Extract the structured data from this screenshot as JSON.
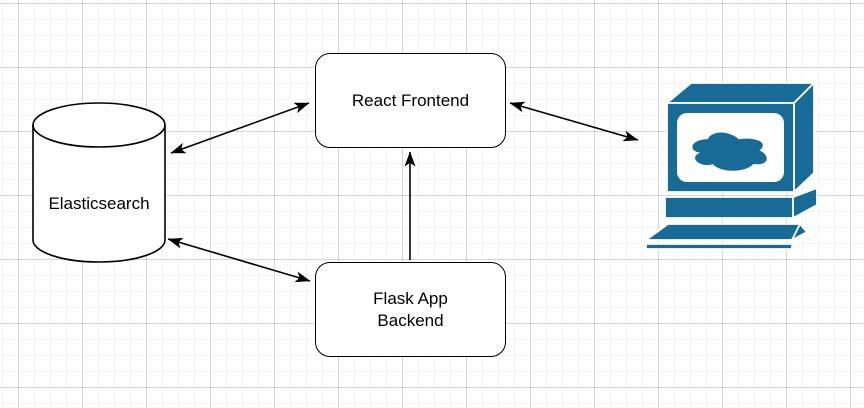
{
  "diagram": {
    "type": "architecture-flow-diagram",
    "canvas": {
      "background": "#ffffff",
      "grid_minor_color": "rgba(0,0,0,0.04)",
      "grid_major_color": "rgba(0,0,0,0.13)",
      "shape_fill": "#ffffff",
      "shape_stroke": "#000000",
      "icon_color": "#176b96"
    },
    "nodes": {
      "elasticsearch": {
        "label": "Elasticsearch",
        "shape": "cylinder"
      },
      "react_frontend": {
        "label": "React Frontend",
        "shape": "rounded-rectangle"
      },
      "flask_backend": {
        "label": "Flask App\nBackend",
        "shape": "rounded-rectangle"
      },
      "client_computer": {
        "label": "",
        "shape": "cloud-computer-icon",
        "color": "#176b96"
      }
    },
    "edges": [
      {
        "from": "elasticsearch",
        "to": "react_frontend",
        "direction": "bidirectional"
      },
      {
        "from": "elasticsearch",
        "to": "flask_backend",
        "direction": "bidirectional"
      },
      {
        "from": "flask_backend",
        "to": "react_frontend",
        "direction": "one-way"
      },
      {
        "from": "react_frontend",
        "to": "client_computer",
        "direction": "bidirectional"
      }
    ]
  }
}
